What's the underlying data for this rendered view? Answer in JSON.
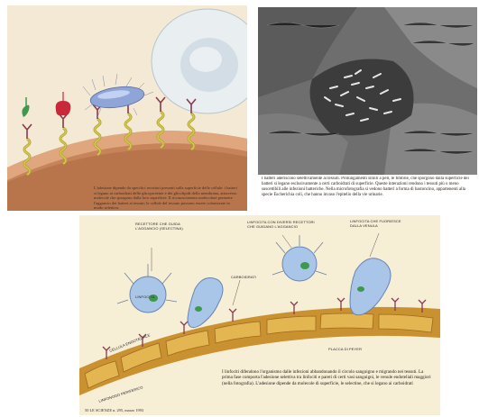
{
  "panel_a": {
    "caption": "L'adesione dipende da specifici recettori presenti sulla superficie delle cellule: i batteri si legano ai carboidrati delle glicoproteine e dei glicolipidi della membrana, attraverso molecole che sporgono dalla loro superficie. Il riconoscimento molecolare permette l'aggancio dei batteri ai tessuti; le cellule del tessuto possono essere colonizzate in modo selettivo."
  },
  "panel_b": {
    "caption": "I batteri aderiscono selettivamente ai tessuti. Prolungamenti simili a peli, le fimbrie, che sporgono dalla superficie dei batteri si legano esclusivamente a certi carboidrati di superficie. Queste interazioni rendono i tessuti più o meno suscettibili alle infezioni batteriche. Nella microfotografia si vedono batteri a forma di bastoncino, appartenenti alla specie Escherichia coli, che hanno invaso l'epitelio della vie urinarie."
  },
  "panel_c": {
    "labels": {
      "recettore": "RECETTORE CHE GUIDA L'AGGANCIO (SELECTINA)",
      "linfocita_1": "LINFOCITA",
      "linfocita_2": "LINFOCITA CON DIVERSI RECETTORI CHE GUIDANO L'AGGANCIO",
      "linfocita_3": "LINFOCITA CHE FUORIESCE DALLA VENULA",
      "carboidrati": "CARBOIDRATI",
      "cellula": "CELLULA ENDOTELIALE",
      "placca": "PLACCA DI PEYER",
      "linfonodo": "LINFONODO PERIFERICO"
    },
    "caption": "I linfociti difendono l'organismo dalle infezioni abbandonando il circolo sanguigno e migrando nei tessuti. La prima fase comporta l'adesione selettiva tra linfociti e pareti di certi vasi sanguigni, le venule endoteliali maggiori (nella fotografia). L'adesione dipende da molecole di superficie, le selectine, che si legano ai carboidrati",
    "footer": "50   LE SCIENZE n. 295, marzo 1993"
  },
  "colors": {
    "membrane": "#c98a5c",
    "helix": "#c9bf3a",
    "lymphocyte": "#a9c5e8",
    "vesicle": "#d9a240"
  }
}
